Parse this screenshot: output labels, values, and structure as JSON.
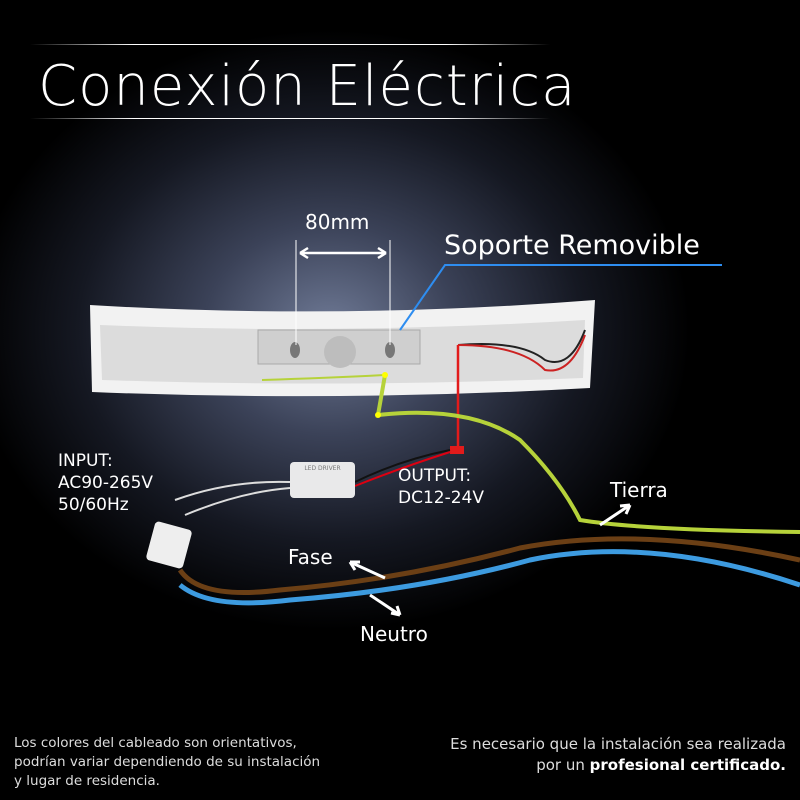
{
  "title": "Conexión Eléctrica",
  "dimension": "80mm",
  "bracket_label": "Soporte Removible",
  "input": {
    "line1": "INPUT:",
    "line2": "AC90-265V",
    "line3": "50/60Hz"
  },
  "output": {
    "line1": "OUTPUT:",
    "line2": "DC12-24V"
  },
  "driver_label": "LED DRIVER",
  "wires": {
    "earth": "Tierra",
    "phase": "Fase",
    "neutral": "Neutro"
  },
  "colors": {
    "earth": "#b6d23a",
    "phase": "#6b3f15",
    "neutral": "#3d9be0",
    "accent": "#2e8df0"
  },
  "notes": {
    "left": [
      "Los colores del cableado son orientativos,",
      "podrían variar dependiendo de su instalación",
      "y lugar de residencia."
    ],
    "right_line1": "Es necesario que la instalación sea realizada",
    "right_line2_prefix": "por un",
    "right_line2_bold": "profesional certificado."
  }
}
